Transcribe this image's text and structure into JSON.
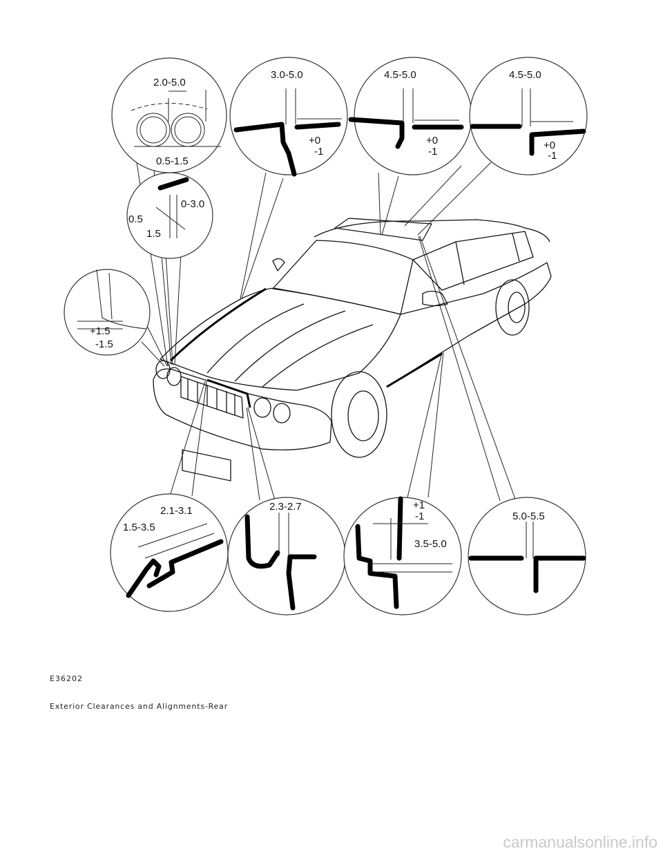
{
  "figure_id": "E36202",
  "caption": "Exterior Clearances and Alignments-Rear",
  "watermark": "carmanualsonline.info",
  "callouts": {
    "headlamp": {
      "gap": "2.0-5.0",
      "lower": "0.5-1.5"
    },
    "bonnet_front": {
      "gap": "0-3.0",
      "left": "0.5",
      "bottom": "1.5"
    },
    "wing_fender": {
      "flush_plus": "+1.5",
      "flush_minus": "-1.5"
    },
    "bonnet_side": {
      "gap": "3.0-5.0",
      "plus": "+0",
      "minus": "-1"
    },
    "roof_front": {
      "gap": "4.5-5.0",
      "plus": "+0",
      "minus": "-1"
    },
    "roof_rear": {
      "gap": "4.5-5.0",
      "plus": "+0",
      "minus": "-1"
    },
    "bumper": {
      "gap": "2.1-3.1",
      "left": "1.5-3.5"
    },
    "grille": {
      "gap": "2.3-2.7"
    },
    "door_sill": {
      "plus": "+1",
      "minus": "-1",
      "gap": "3.5-5.0"
    },
    "door_rear": {
      "gap": "5.0-5.5"
    }
  }
}
